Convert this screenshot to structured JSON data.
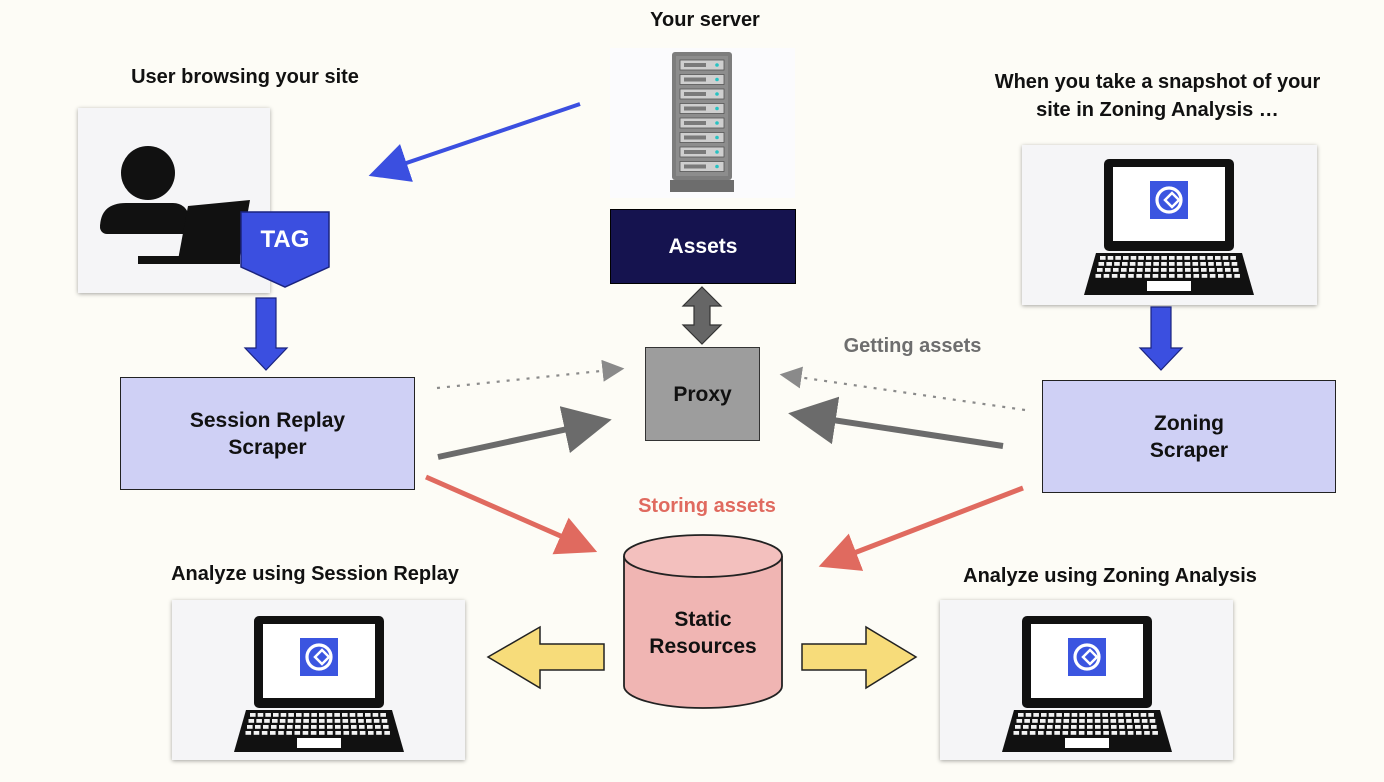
{
  "labels": {
    "your_server": "Your server",
    "user_browsing": "User browsing your site",
    "snapshot": "When you take a snapshot of your\nsite in Zoning Analysis …",
    "getting_assets": "Getting assets",
    "storing_assets": "Storing assets",
    "analyze_session_replay": "Analyze using Session Replay",
    "analyze_zoning": "Analyze using Zoning Analysis"
  },
  "boxes": {
    "assets": "Assets",
    "proxy": "Proxy",
    "session_replay_scraper": "Session Replay\nScraper",
    "zoning_scraper": "Zoning\nScraper",
    "static_resources": "Static\nResources",
    "tag": "TAG"
  },
  "colors": {
    "blue_arrow": "#3b4fe0",
    "red_arrow": "#e06a5f",
    "grey_arrow": "#6b6b6b",
    "yellow_arrow": "#f7dc7a",
    "scraper_fill": "#cfd0f5",
    "assets_fill": "#15134f",
    "cylinder_fill": "#f0b5b3"
  },
  "icons": [
    "server-icon",
    "user-laptop-icon",
    "tag-badge",
    "laptop-icon",
    "app-logo-icon",
    "database-cylinder"
  ]
}
